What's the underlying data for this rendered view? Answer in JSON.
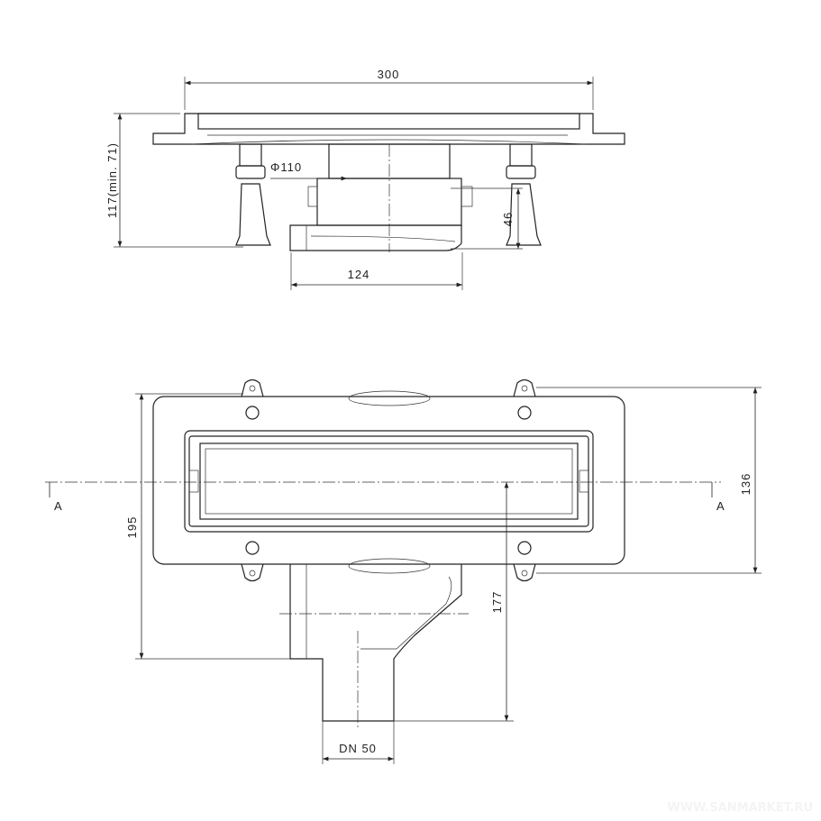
{
  "side_view": {
    "width_label": "300",
    "height_label": "117(min. 71)",
    "diameter_label": "Φ110",
    "outlet_height_label": "46",
    "outlet_width_label": "124"
  },
  "plan_view": {
    "section_left": "A",
    "section_right": "A",
    "frame_depth_label": "136",
    "total_depth_label": "195",
    "outlet_offset_label": "177",
    "outlet_size_label": "DN 50"
  },
  "watermark": "WWW.SANMARKET.RU"
}
